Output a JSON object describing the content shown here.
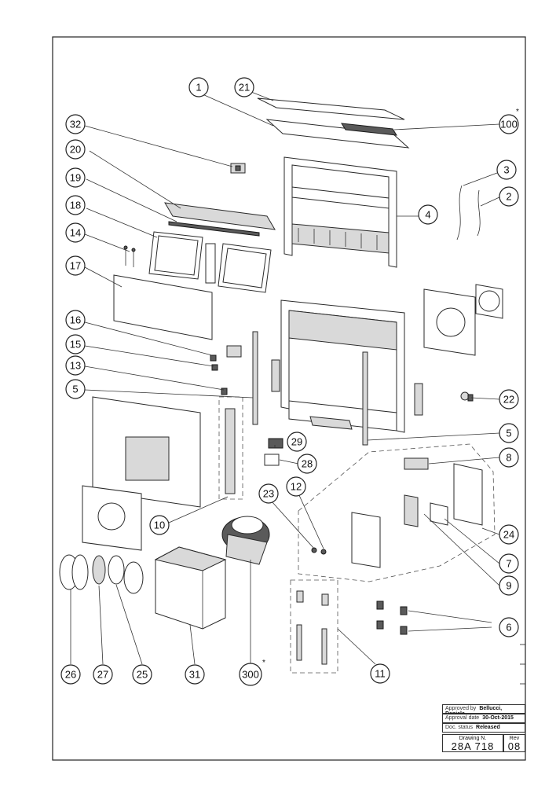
{
  "callouts": [
    {
      "id": "c1",
      "label": "1"
    },
    {
      "id": "c21",
      "label": "21"
    },
    {
      "id": "c32",
      "label": "32"
    },
    {
      "id": "c100",
      "label": "100"
    },
    {
      "id": "c20",
      "label": "20"
    },
    {
      "id": "c3",
      "label": "3"
    },
    {
      "id": "c19",
      "label": "19"
    },
    {
      "id": "c2",
      "label": "2"
    },
    {
      "id": "c18",
      "label": "18"
    },
    {
      "id": "c4",
      "label": "4"
    },
    {
      "id": "c14",
      "label": "14"
    },
    {
      "id": "c17",
      "label": "17"
    },
    {
      "id": "c16",
      "label": "16"
    },
    {
      "id": "c15",
      "label": "15"
    },
    {
      "id": "c13",
      "label": "13"
    },
    {
      "id": "c5a",
      "label": "5"
    },
    {
      "id": "c22",
      "label": "22"
    },
    {
      "id": "c5b",
      "label": "5"
    },
    {
      "id": "c29",
      "label": "29"
    },
    {
      "id": "c8",
      "label": "8"
    },
    {
      "id": "c28",
      "label": "28"
    },
    {
      "id": "c23",
      "label": "23"
    },
    {
      "id": "c12",
      "label": "12"
    },
    {
      "id": "c10",
      "label": "10"
    },
    {
      "id": "c24",
      "label": "24"
    },
    {
      "id": "c7",
      "label": "7"
    },
    {
      "id": "c9",
      "label": "9"
    },
    {
      "id": "c6",
      "label": "6"
    },
    {
      "id": "c26",
      "label": "26"
    },
    {
      "id": "c27",
      "label": "27"
    },
    {
      "id": "c25",
      "label": "25"
    },
    {
      "id": "c31",
      "label": "31"
    },
    {
      "id": "c300",
      "label": "300"
    },
    {
      "id": "c11",
      "label": "11"
    }
  ],
  "asterisk": "*",
  "title_block": {
    "approved_by_label": "Approved by",
    "approved_by_value": "Bellucci, Daniele",
    "approval_date_label": "Approval date",
    "approval_date_value": "30-Oct-2015",
    "doc_status_label": "Doc. status",
    "doc_status_value": "Released",
    "drawing_label": "Drawing N.",
    "drawing_value": "28A 718",
    "rev_label": "Rev",
    "rev_value": "08"
  }
}
